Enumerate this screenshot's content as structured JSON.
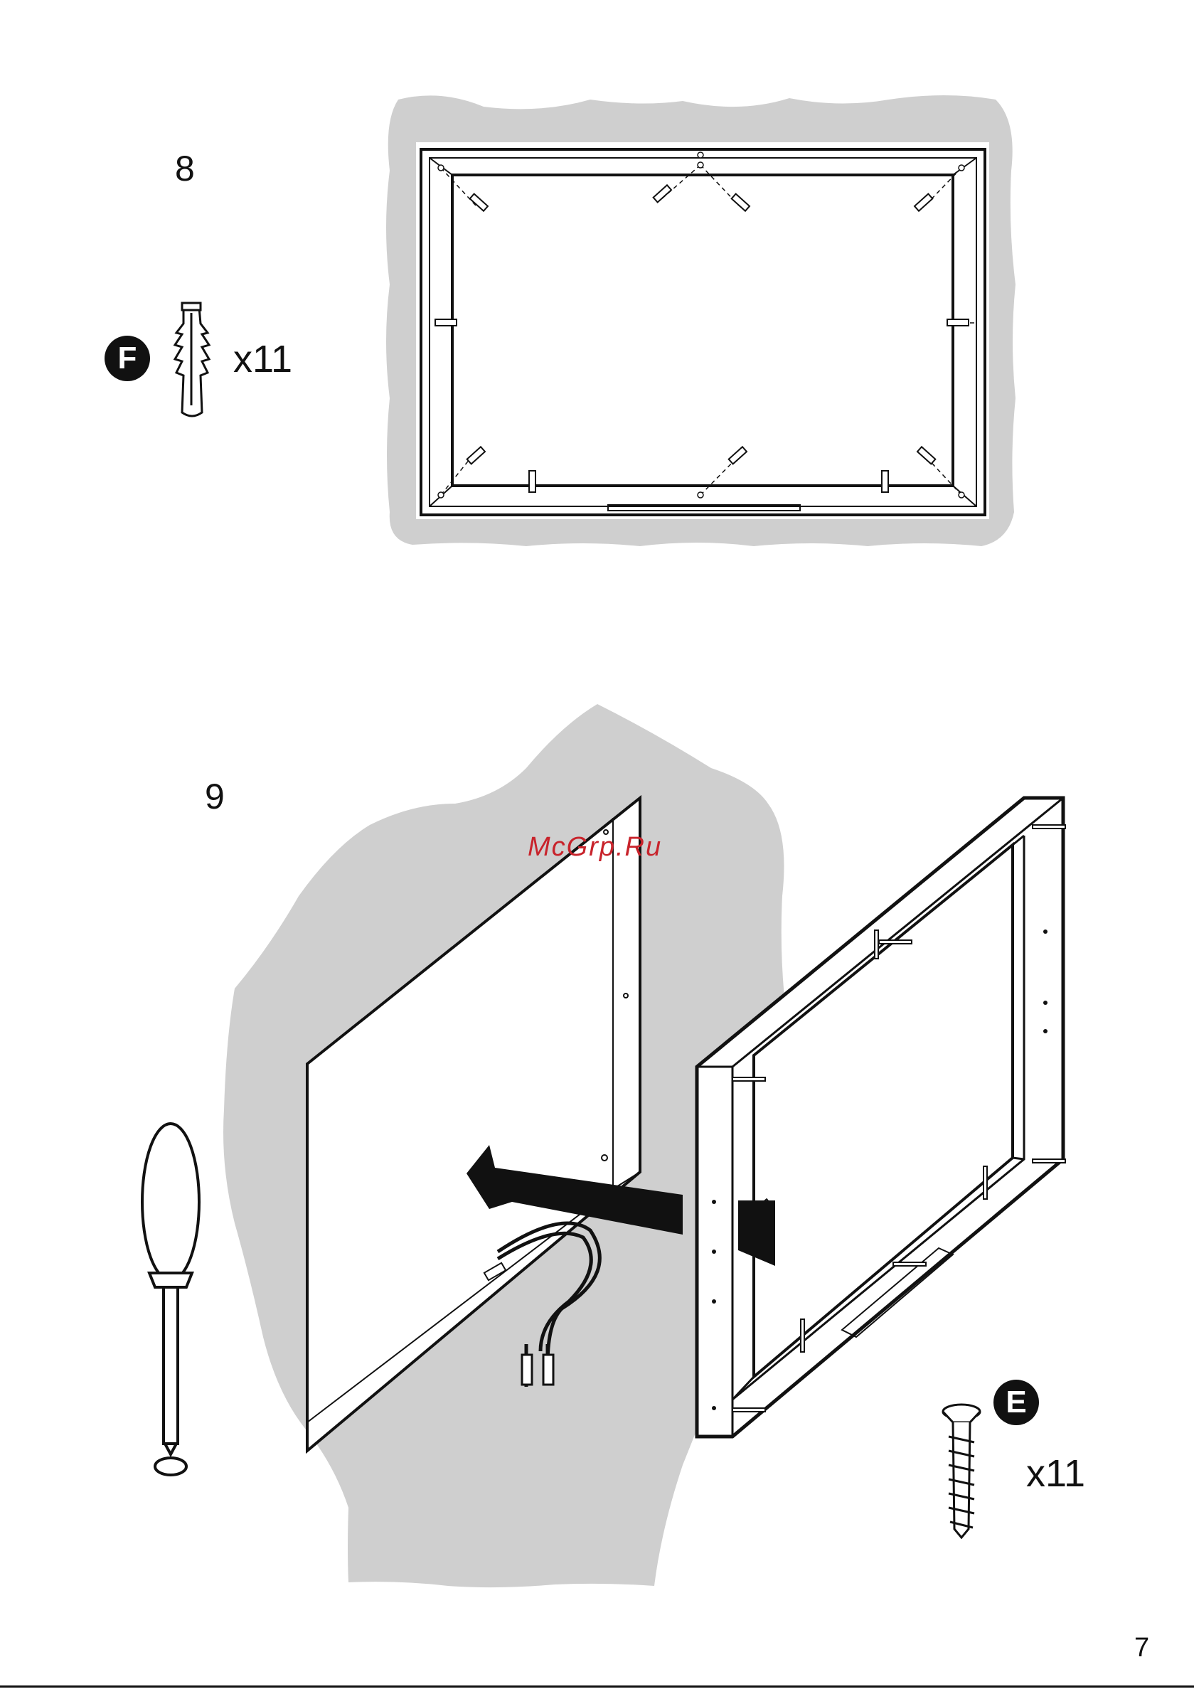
{
  "steps": [
    {
      "number": "8",
      "part_badge": "F",
      "part_name": "wall-plug",
      "quantity": "x11"
    },
    {
      "number": "9",
      "part_badge": "E",
      "part_name": "screw",
      "quantity": "x11"
    }
  ],
  "watermark": "McGrp.Ru",
  "page_number": "7",
  "icons": [
    "wall-plug-icon",
    "screw-icon",
    "screwdriver-icon",
    "arrow-icon",
    "cable-icon"
  ],
  "colors": {
    "wall": "#cfcfcf",
    "line": "#111111",
    "watermark": "#c8232b"
  }
}
